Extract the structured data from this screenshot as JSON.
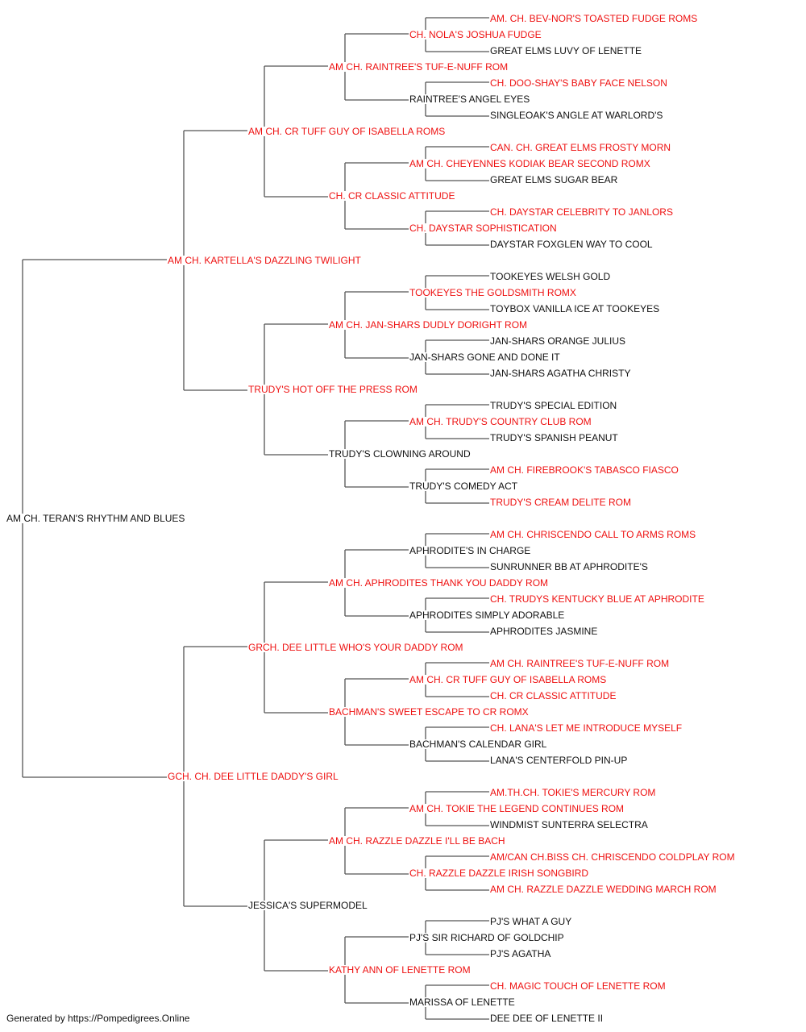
{
  "colors": {
    "titled": "#ee1111",
    "plain": "#111111",
    "line": "#555555"
  },
  "subject": {
    "name": "AM CH. TERAN'S RHYTHM AND BLUES",
    "titled": false
  },
  "generations": [
    [
      {
        "name": "AM CH. KARTELLA'S DAZZLING TWILIGHT",
        "titled": true
      },
      {
        "name": "GCH. CH. DEE LITTLE DADDY'S GIRL",
        "titled": true
      }
    ],
    [
      {
        "name": "AM CH. CR TUFF GUY OF ISABELLA ROMS",
        "titled": true
      },
      {
        "name": "TRUDY'S HOT OFF THE PRESS ROM",
        "titled": true
      },
      {
        "name": "GRCH. DEE LITTLE WHO'S YOUR DADDY ROM",
        "titled": true
      },
      {
        "name": "JESSICA'S SUPERMODEL",
        "titled": false
      }
    ],
    [
      {
        "name": "AM CH. RAINTREE'S TUF-E-NUFF ROM",
        "titled": true
      },
      {
        "name": "CH. CR CLASSIC ATTITUDE",
        "titled": true
      },
      {
        "name": "AM CH. JAN-SHARS DUDLY DORIGHT ROM",
        "titled": true
      },
      {
        "name": "TRUDY'S CLOWNING AROUND",
        "titled": false
      },
      {
        "name": "AM CH. APHRODITES THANK YOU DADDY ROM",
        "titled": true
      },
      {
        "name": "BACHMAN'S SWEET ESCAPE TO CR ROMX",
        "titled": true
      },
      {
        "name": "AM CH. RAZZLE DAZZLE I'LL BE BACH",
        "titled": true
      },
      {
        "name": "KATHY ANN OF LENETTE ROM",
        "titled": true
      }
    ],
    [
      {
        "name": "CH. NOLA'S JOSHUA FUDGE",
        "titled": true
      },
      {
        "name": "RAINTREE'S ANGEL EYES",
        "titled": false
      },
      {
        "name": "AM CH. CHEYENNES KODIAK BEAR SECOND ROMX",
        "titled": true
      },
      {
        "name": "CH. DAYSTAR SOPHISTICATION",
        "titled": true
      },
      {
        "name": "TOOKEYES THE GOLDSMITH ROMX",
        "titled": true
      },
      {
        "name": "JAN-SHARS GONE AND DONE IT",
        "titled": false
      },
      {
        "name": "AM CH. TRUDY'S COUNTRY CLUB ROM",
        "titled": true
      },
      {
        "name": "TRUDY'S COMEDY ACT",
        "titled": false
      },
      {
        "name": "APHRODITE'S IN CHARGE",
        "titled": false
      },
      {
        "name": "APHRODITES SIMPLY ADORABLE",
        "titled": false
      },
      {
        "name": "AM CH. CR TUFF GUY OF ISABELLA ROMS",
        "titled": true
      },
      {
        "name": "BACHMAN'S CALENDAR GIRL",
        "titled": false
      },
      {
        "name": "AM CH. TOKIE THE LEGEND CONTINUES ROM",
        "titled": true
      },
      {
        "name": "CH. RAZZLE DAZZLE IRISH SONGBIRD",
        "titled": true
      },
      {
        "name": "PJ'S SIR RICHARD OF GOLDCHIP",
        "titled": false
      },
      {
        "name": "MARISSA OF LENETTE",
        "titled": false
      }
    ],
    [
      {
        "name": "AM. CH. BEV-NOR'S TOASTED FUDGE ROMS",
        "titled": true
      },
      {
        "name": "GREAT ELMS LUVY OF LENETTE",
        "titled": false
      },
      {
        "name": "CH. DOO-SHAY'S BABY FACE NELSON",
        "titled": true
      },
      {
        "name": "SINGLEOAK'S ANGLE AT WARLORD'S",
        "titled": false
      },
      {
        "name": "CAN. CH. GREAT ELMS FROSTY MORN",
        "titled": true
      },
      {
        "name": "GREAT ELMS SUGAR BEAR",
        "titled": false
      },
      {
        "name": "CH. DAYSTAR CELEBRITY TO JANLORS",
        "titled": true
      },
      {
        "name": "DAYSTAR FOXGLEN WAY TO COOL",
        "titled": false
      },
      {
        "name": "TOOKEYES WELSH GOLD",
        "titled": false
      },
      {
        "name": "TOYBOX VANILLA ICE AT TOOKEYES",
        "titled": false
      },
      {
        "name": "JAN-SHARS ORANGE JULIUS",
        "titled": false
      },
      {
        "name": "JAN-SHARS AGATHA CHRISTY",
        "titled": false
      },
      {
        "name": "TRUDY'S SPECIAL EDITION",
        "titled": false
      },
      {
        "name": "TRUDY'S SPANISH PEANUT",
        "titled": false
      },
      {
        "name": "AM CH. FIREBROOK'S TABASCO FIASCO",
        "titled": true
      },
      {
        "name": "TRUDY'S CREAM DELITE ROM",
        "titled": true
      },
      {
        "name": "AM CH. CHRISCENDO CALL TO ARMS ROMS",
        "titled": true
      },
      {
        "name": "SUNRUNNER BB AT APHRODITE'S",
        "titled": false
      },
      {
        "name": "CH. TRUDYS KENTUCKY BLUE AT APHRODITE",
        "titled": true
      },
      {
        "name": "APHRODITES JASMINE",
        "titled": false
      },
      {
        "name": "AM CH. RAINTREE'S TUF-E-NUFF ROM",
        "titled": true
      },
      {
        "name": "CH. CR CLASSIC ATTITUDE",
        "titled": true
      },
      {
        "name": "CH. LANA'S LET ME INTRODUCE MYSELF",
        "titled": true
      },
      {
        "name": "LANA'S CENTERFOLD PIN-UP",
        "titled": false
      },
      {
        "name": "AM.TH.CH. TOKIE'S MERCURY ROM",
        "titled": true
      },
      {
        "name": "WINDMIST SUNTERRA SELECTRA",
        "titled": false
      },
      {
        "name": "AM/CAN CH.BISS CH. CHRISCENDO COLDPLAY ROM",
        "titled": true
      },
      {
        "name": "AM CH. RAZZLE DAZZLE WEDDING MARCH ROM",
        "titled": true
      },
      {
        "name": "PJ'S WHAT A GUY",
        "titled": false
      },
      {
        "name": "PJ'S AGATHA",
        "titled": false
      },
      {
        "name": "CH. MAGIC TOUCH OF LENETTE ROM",
        "titled": true
      },
      {
        "name": "DEE DEE OF LENETTE II",
        "titled": false
      }
    ]
  ],
  "footer": {
    "text": "Generated by https://Pompedigrees.Online"
  }
}
